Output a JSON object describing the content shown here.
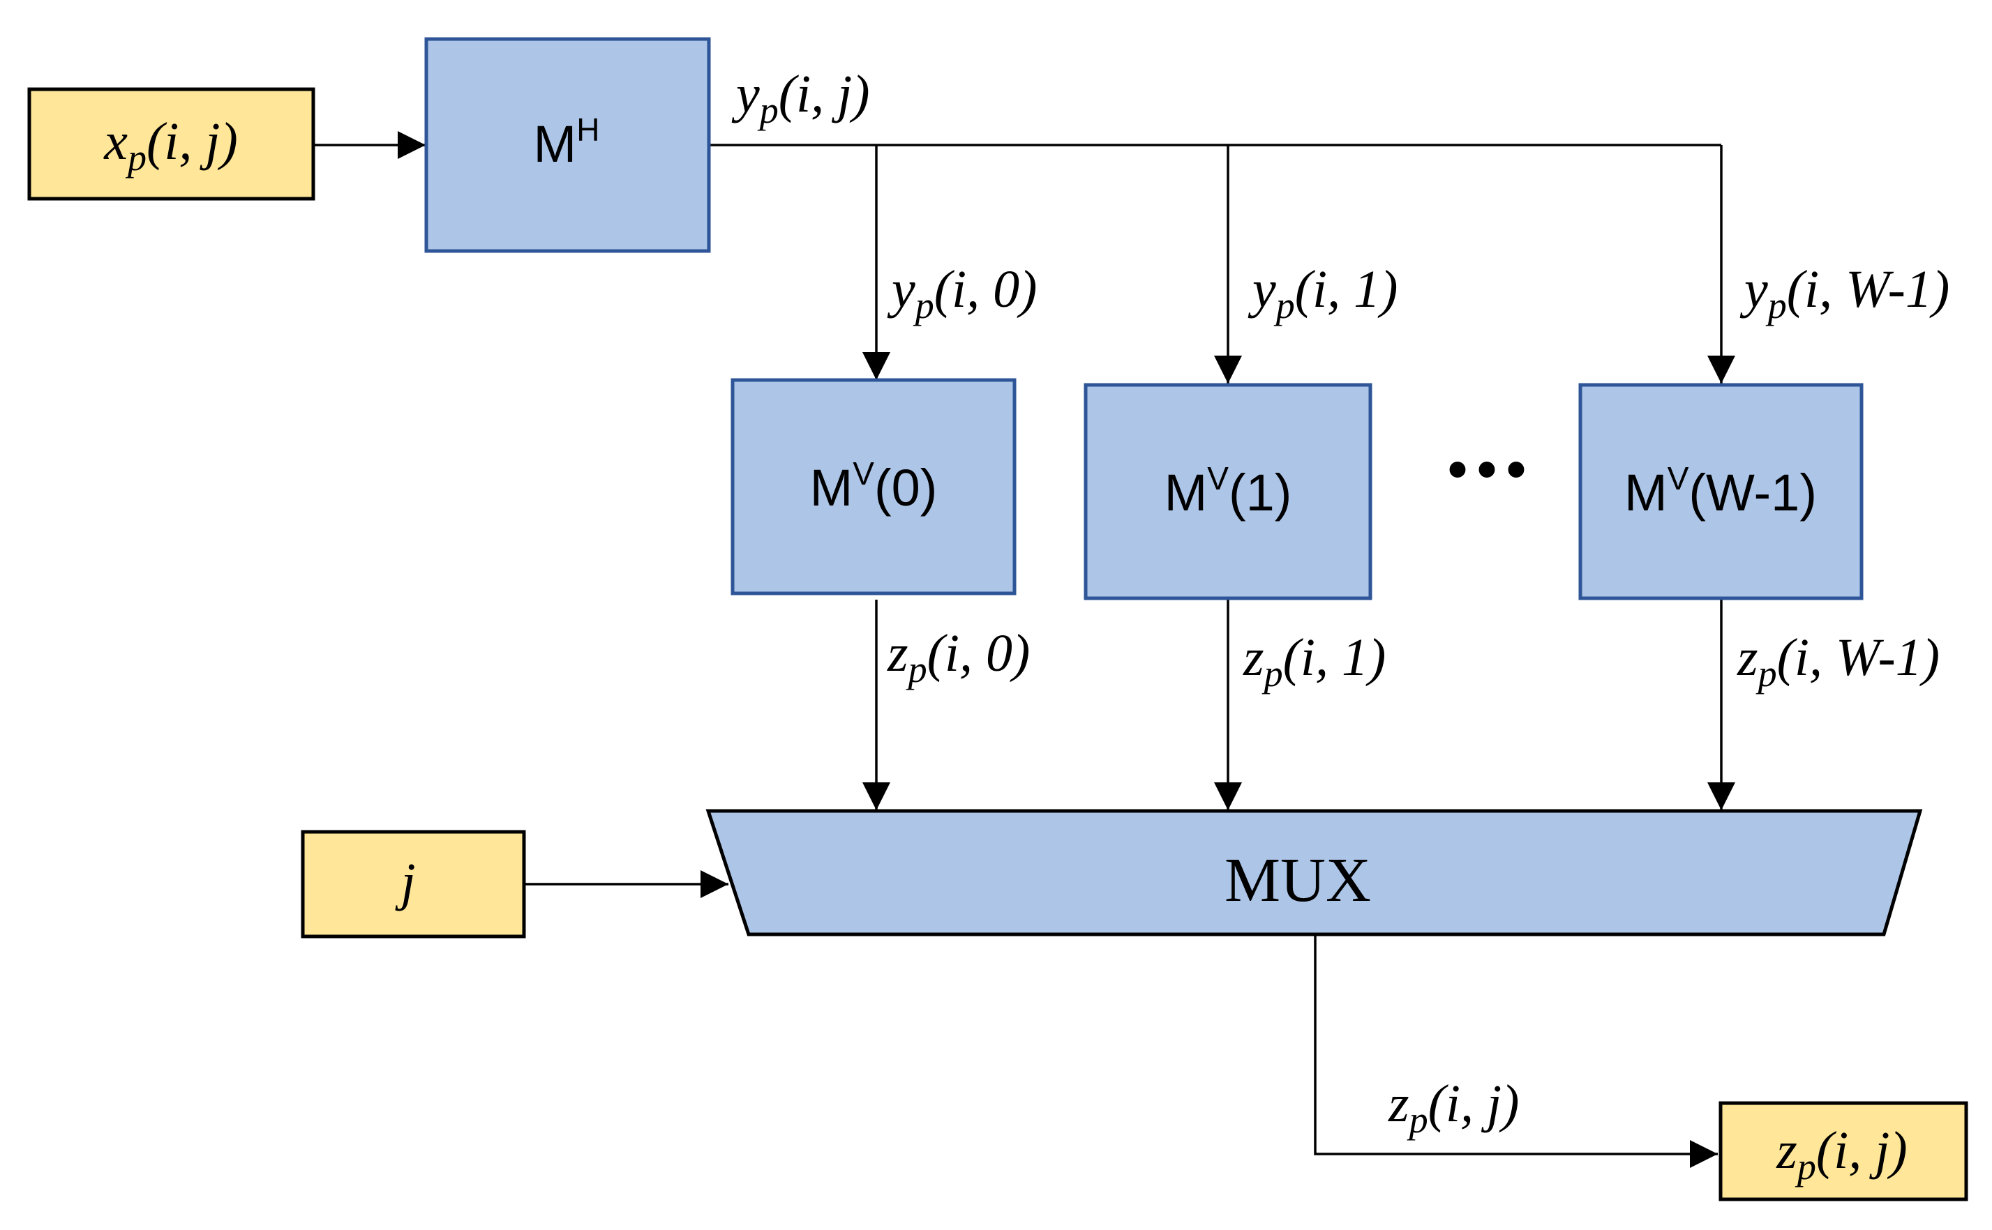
{
  "inputs": {
    "x": {
      "base": "x",
      "sub": "p",
      "args": "(i, j)"
    },
    "j": {
      "label": "j"
    }
  },
  "blocks": {
    "horizontal": {
      "base": "M",
      "sup": "H",
      "args": ""
    },
    "vertical": [
      {
        "base": "M",
        "sup": "V",
        "args": "(0)"
      },
      {
        "base": "M",
        "sup": "V",
        "args": "(1)"
      },
      {
        "base": "M",
        "sup": "V",
        "args": "(W-1)"
      }
    ],
    "ellipsis": "•••",
    "mux": "MUX"
  },
  "signals": {
    "y_main": {
      "base": "y",
      "sub": "p",
      "args": "(i, j)"
    },
    "y_taps": [
      {
        "base": "y",
        "sub": "p",
        "args": "(i, 0)"
      },
      {
        "base": "y",
        "sub": "p",
        "args": "(i, 1)"
      },
      {
        "base": "y",
        "sub": "p",
        "args": "(i, W-1)"
      }
    ],
    "z_taps": [
      {
        "base": "z",
        "sub": "p",
        "args": "(i, 0)"
      },
      {
        "base": "z",
        "sub": "p",
        "args": "(i, 1)"
      },
      {
        "base": "z",
        "sub": "p",
        "args": "(i, W-1)"
      }
    ],
    "z_out": {
      "base": "z",
      "sub": "p",
      "args": "(i, j)"
    }
  },
  "output": {
    "base": "z",
    "sub": "p",
    "args": "(i, j)"
  },
  "colors": {
    "input_fill": "#ffe699",
    "block_fill": "#adc6e8",
    "block_border": "#2e5597",
    "wire": "#000000"
  }
}
